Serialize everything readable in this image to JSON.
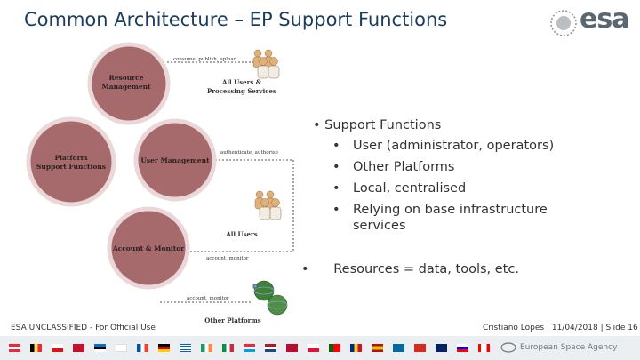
{
  "header": {
    "title": "Common Architecture – EP Support Functions",
    "logo": "esa"
  },
  "diagram": {
    "circles": {
      "resource": [
        "Resource",
        "Management"
      ],
      "platform": [
        "Platform",
        "Support Functions"
      ],
      "user": "User Management",
      "account": "Account & Monitor"
    },
    "connectors": {
      "consume": "consume, publish, upload",
      "authenticate": "authenticate, authorise",
      "account1": "account, monitor",
      "account2": "account, monitor"
    },
    "actors": {
      "all_users_processing": [
        "All Users &",
        "Processing Services"
      ],
      "all_users": "All Users",
      "other_platforms": "Other Platforms"
    }
  },
  "bullets": {
    "heading": "Support Functions",
    "items": [
      "User (administrator, operators)",
      "Other Platforms",
      "Local, centralised",
      "Relying on base infrastructure",
      "services"
    ],
    "resources": "Resources = data, tools, etc."
  },
  "footer": {
    "left": "ESA UNCLASSIFIED - For Official Use",
    "right": "Cristiano Lopes | 11/04/2018 | Slide 16",
    "agency": "European Space Agency"
  },
  "colors": {
    "circle_fill": "#a66a6d",
    "circle_stroke": "#ead7d8",
    "title": "#1a3d5f"
  }
}
